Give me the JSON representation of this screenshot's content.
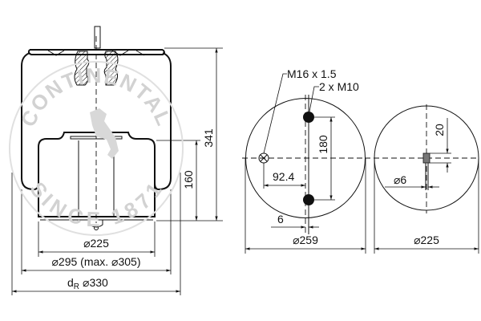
{
  "watermark": {
    "brand": "CONTINENTAL",
    "since": "SINCE 1871"
  },
  "side_view": {
    "height_total": "341",
    "height_piston": "160",
    "piston_diameter": "⌀225",
    "bellows_diameter": "⌀295 (max. ⌀305)",
    "rolling_diameter_symbol": "d",
    "rolling_diameter_subscript": "R",
    "rolling_diameter": "⌀330"
  },
  "top_view": {
    "air_connection": "M16 x 1.5",
    "bolts": "2 x M10",
    "bolt_spacing": "180",
    "offset": "92.4",
    "bolt_offset": "6",
    "plate_diameter": "⌀259"
  },
  "bottom_view": {
    "stud_offset": "20",
    "pin_diameter": "⌀6",
    "piston_diameter": "⌀225"
  }
}
